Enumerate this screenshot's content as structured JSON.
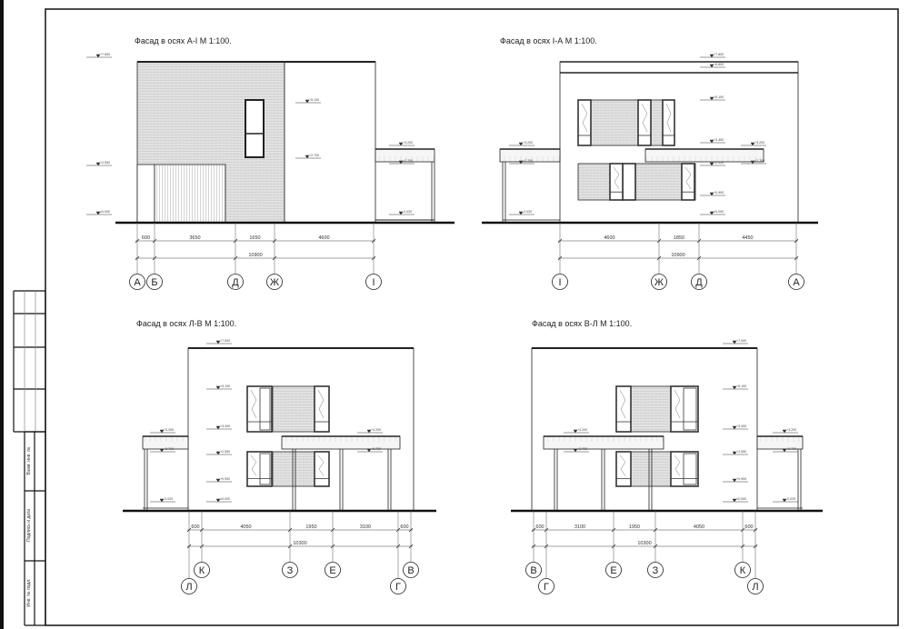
{
  "sheet": {
    "stamp_labels": [
      "Взам. инв. №",
      "Подпись и дата",
      "Инв. № подл."
    ]
  },
  "facades": [
    {
      "title": "Фасад в осях А-І М 1:100.",
      "axes": [
        "А",
        "Б",
        "Д",
        "Ж",
        "І"
      ],
      "dims": [
        "600",
        "3650",
        "1650",
        "4600"
      ],
      "total": "10900",
      "levels": [
        "+7.800",
        "+2.550",
        "±0.000",
        "+5.100",
        "+2.700",
        "+3.200",
        "+2.700",
        "-0.020"
      ]
    },
    {
      "title": "Фасад в осях І-А М 1:100.",
      "axes": [
        "І",
        "Ж",
        "Д",
        "А"
      ],
      "dims": [
        "4600",
        "1850",
        "4450"
      ],
      "total": "10900",
      "levels": [
        "+7.800",
        "+6.800",
        "+5.100",
        "+3.400",
        "+2.550",
        "+0.900",
        "±0.000",
        "+3.200",
        "+2.700",
        "-0.020",
        "+3.200",
        "+2.700"
      ]
    },
    {
      "title": "Фасад в осях Л-В М 1:100.",
      "axes": [
        "Л",
        "К",
        "З",
        "Е",
        "Г",
        "В"
      ],
      "dims": [
        "600",
        "4050",
        "1950",
        "3100",
        "600"
      ],
      "total": "10300",
      "levels": [
        "+7.000",
        "+5.100",
        "+3.400",
        "+2.550",
        "+0.900",
        "±0.000",
        "+3.200",
        "+2.700",
        "-0.020",
        "+3.200",
        "+2.700"
      ]
    },
    {
      "title": "Фасад в осях В-Л М 1:100.",
      "axes": [
        "В",
        "Г",
        "Е",
        "З",
        "К",
        "Л"
      ],
      "dims": [
        "600",
        "3100",
        "1950",
        "4050",
        "600"
      ],
      "total": "10300",
      "levels": [
        "+7.000",
        "+5.100",
        "+3.400",
        "+2.550",
        "+0.900",
        "±0.000",
        "+3.200",
        "+2.700",
        "+3.200",
        "+2.700",
        "-0.020"
      ]
    }
  ]
}
